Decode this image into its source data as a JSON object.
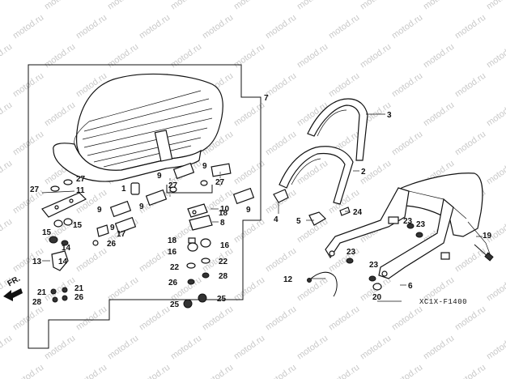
{
  "watermark": "motod.ru",
  "diagram_code": "XC1X-F1400",
  "direction_label": "FR.",
  "callouts": {
    "c2": "2",
    "c3": "3",
    "c4": "4",
    "c5": "5",
    "c6": "6",
    "c7": "7",
    "c8": "8",
    "c9": "9",
    "c10": "10",
    "c11": "11",
    "c12": "12",
    "c13": "13",
    "c14": "14",
    "c15": "15",
    "c16": "16",
    "c17": "17",
    "c18": "18",
    "c19": "19",
    "c20": "20",
    "c21": "21",
    "c22": "22",
    "c23": "23",
    "c24": "24",
    "c25": "25",
    "c26": "26",
    "c27": "27",
    "c28": "28",
    "c1": "1"
  }
}
